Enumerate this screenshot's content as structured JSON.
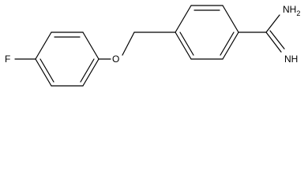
{
  "molecule": {
    "atoms": {
      "fluorine": "F",
      "oxygen": "O",
      "amine_n": "NH",
      "amine_subscript": "2",
      "imine": "NH"
    }
  }
}
